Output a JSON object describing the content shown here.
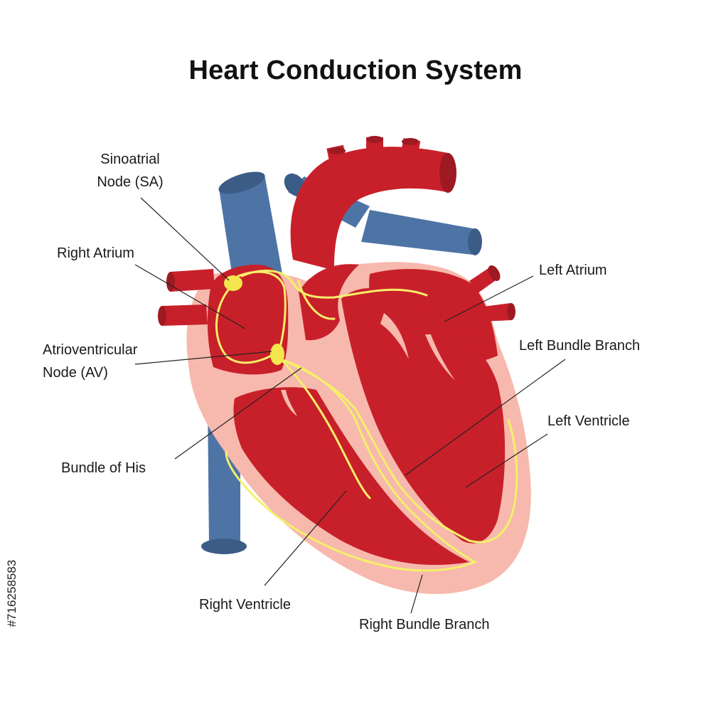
{
  "title": "Heart Conduction System",
  "labels": {
    "sa_line1": "Sinoatrial",
    "sa_line2": "Node (SA)",
    "right_atrium": "Right Atrium",
    "av_line1": "Atrioventricular",
    "av_line2": "Node (AV)",
    "bundle_of_his": "Bundle of His",
    "right_ventricle": "Right Ventricle",
    "right_bundle_branch": "Right Bundle Branch",
    "left_atrium": "Left Atrium",
    "left_bundle_branch": "Left Bundle Branch",
    "left_ventricle": "Left Ventricle"
  },
  "stock_id": "#716258583",
  "colors": {
    "muscle": "#c8202a",
    "muscle_dark": "#9d1a22",
    "wall": "#f7b9ad",
    "vein": "#4e74a6",
    "vein_dark": "#3c5c88",
    "conduction": "#f5ef6a",
    "node": "#f3e64f",
    "leader": "#222222"
  }
}
